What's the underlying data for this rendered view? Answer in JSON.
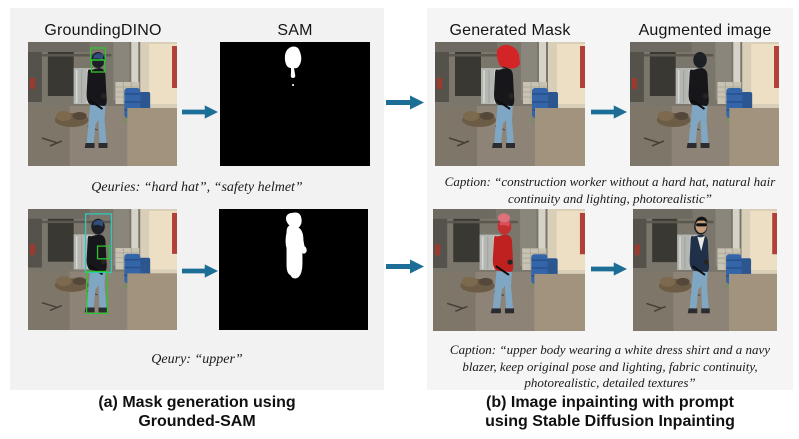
{
  "figure": {
    "panel_a": {
      "column_titles": [
        "GroundingDINO",
        "SAM"
      ],
      "row1_query": "Qeuries: “hard hat”, “safety helmet”",
      "row2_query": "Qeury: “upper”",
      "caption_line1": "(a) Mask generation using",
      "caption_line2": "Grounded-SAM"
    },
    "panel_b": {
      "column_titles": [
        "Generated Mask",
        "Augmented image"
      ],
      "row1_caption": "Caption: “construction worker without a hard hat, natural hair continuity and lighting, photorealistic”",
      "row2_caption": "Caption: “upper body wearing a white dress shirt and a navy blazer, keep original pose and lighting, fabric continuity, photorealistic, detailed textures”",
      "caption_line1": "(b) Image inpainting with prompt",
      "caption_line2": "using Stable Diffusion Inpainting"
    },
    "images": {
      "gd1": "construction site photo with green detection boxes around worker hard hat",
      "sam1": "binary segmentation mask of hard hat region",
      "gd2": "construction site photo with detection boxes around worker upper body",
      "sam2": "binary segmentation mask of upper body region",
      "gm1": "photo with red mask overlay on hard hat",
      "aug1": "inpainted photo of worker without hard hat",
      "gm2": "photo with red mask overlay on upper body",
      "aug2": "inpainted photo of worker wearing white dress shirt and navy blazer"
    },
    "colors": {
      "arrow": "#1d6e96",
      "panel_a_bg": "#f2f2f2",
      "panel_b_bg": "#f5f5f5",
      "bbox_green": "#2fc32f",
      "bbox_teal": "#2fc8ba",
      "mask_red": "#d32525"
    }
  }
}
